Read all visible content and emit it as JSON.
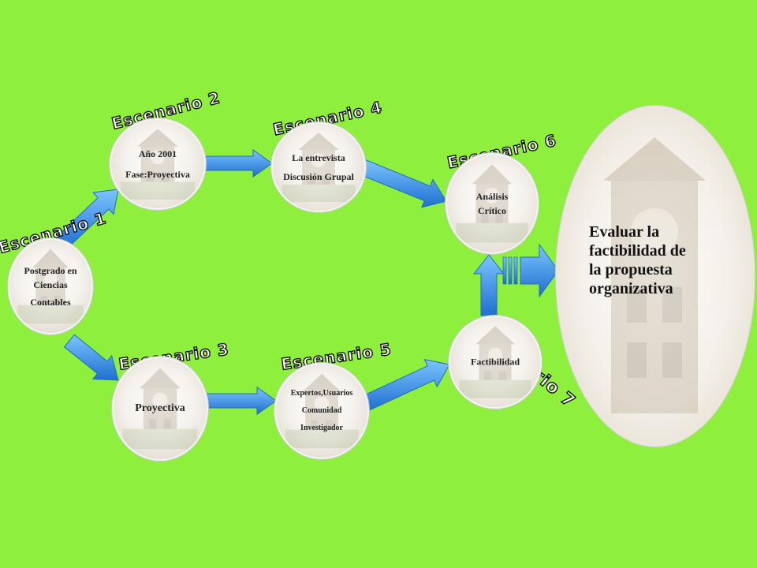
{
  "nodes": {
    "n1": {
      "lines": [
        "Postgrado en",
        "Ciencias",
        "Contables"
      ]
    },
    "n2": {
      "lines": [
        "Año 2001",
        "Fase:Proyectiva"
      ]
    },
    "n3": {
      "lines": [
        "Proyectiva"
      ]
    },
    "n4": {
      "lines": [
        "La entrevista",
        "Discusión Grupal"
      ]
    },
    "n5": {
      "lines": [
        "Expertos,Usuarios",
        "Comunidad",
        "Investigador"
      ]
    },
    "n6": {
      "lines": [
        "Análisis",
        "Crítico"
      ]
    },
    "n7": {
      "lines": [
        "Factibilidad"
      ]
    }
  },
  "scenarios": {
    "e1": "Escenario 1",
    "e2": "Escenario 2",
    "e3": "Escenario 3",
    "e4": "Escenario 4",
    "e5": "Escenario 5",
    "e6": "Escenario 6",
    "e7": "Escenario 7"
  },
  "goal": {
    "lines": [
      "Evaluar la",
      "factibilidad de",
      "la propuesta",
      "organizativa"
    ]
  },
  "colors": {
    "background": "#8ef03c",
    "arrow": "#3a9de8",
    "arrow_dark": "#1c6fc0"
  }
}
